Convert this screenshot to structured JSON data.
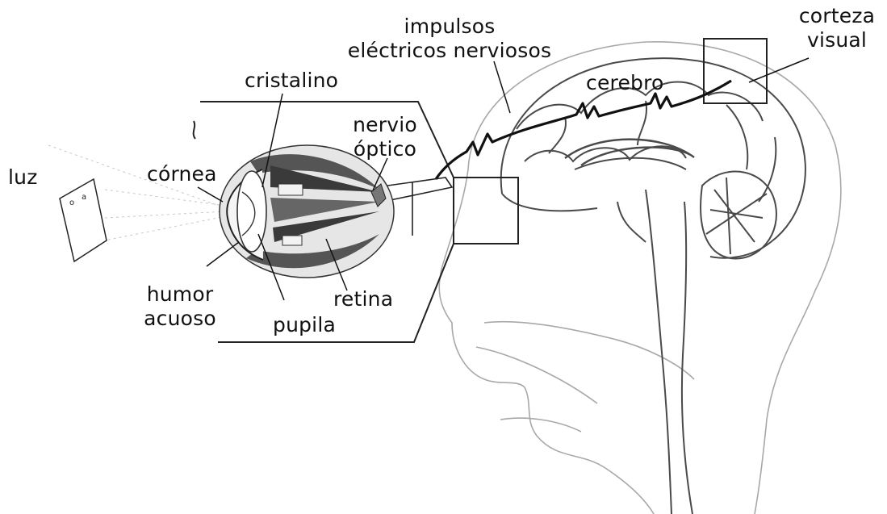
{
  "labels": {
    "luz": "luz",
    "cornea": "córnea",
    "cristalino": "cristalino",
    "humor": [
      "humor",
      "acuoso"
    ],
    "pupila": "pupila",
    "retina": "retina",
    "nervio": [
      "nervio",
      "óptico"
    ],
    "impulsos": [
      "impulsos",
      "eléctricos nerviosos"
    ],
    "cerebro": "cerebro",
    "corteza": [
      "corteza",
      "visual"
    ]
  },
  "colors": {
    "ink": "#111111",
    "sketch": "#9a9a9a",
    "eye_dark": "#3a3a3a",
    "eye_mid": "#777777"
  }
}
